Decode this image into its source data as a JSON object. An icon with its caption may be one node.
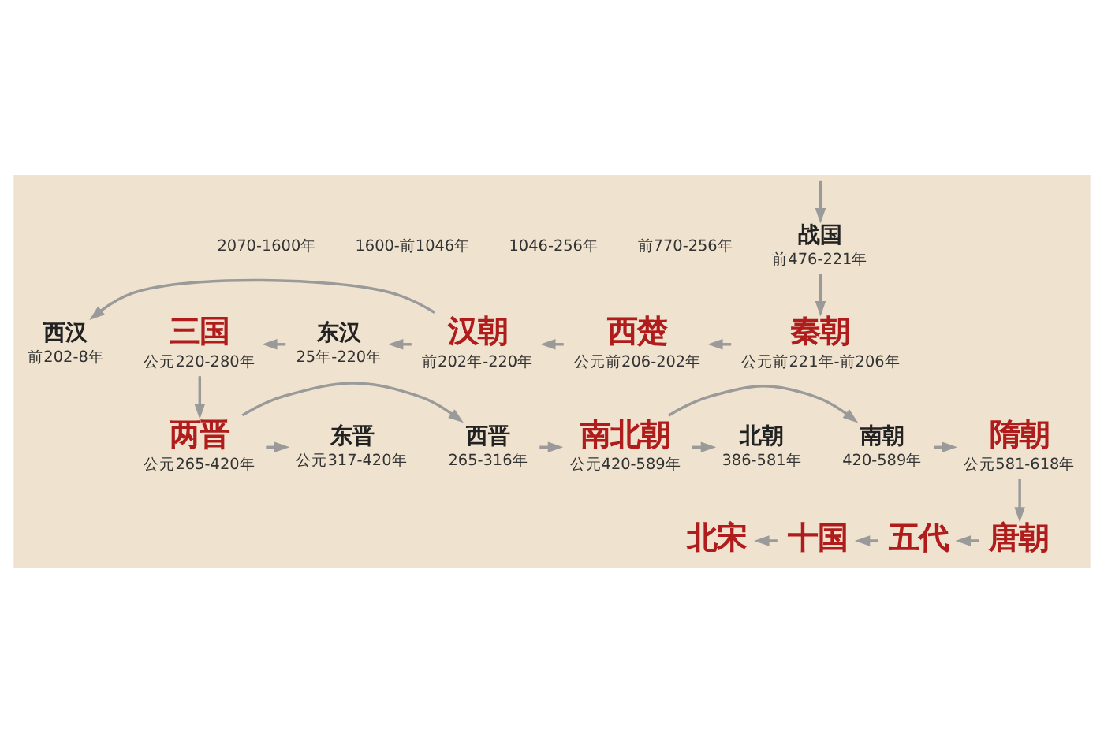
{
  "diagram": {
    "nodes": [
      {
        "text": [
          "战国"
        ],
        "beside": [
          "前476-221年"
        ]
      },
      {
        "text": [
          "秦朝"
        ],
        "beside": [
          "公元前221年-前206年"
        ]
      },
      {
        "text": [
          "西楚"
        ],
        "beside": [
          "公元前206-202年"
        ]
      },
      {
        "text": [
          "汉朝"
        ],
        "beside": [
          "前202年-220年"
        ]
      },
      {
        "text": [
          "西汉"
        ],
        "beside": [
          "前202-8年"
        ]
      },
      {
        "text": [
          "东汉"
        ],
        "beside": [
          "25年-220年"
        ]
      },
      {
        "text": [
          "三国"
        ],
        "beside": [
          "公元220-280年"
        ]
      },
      {
        "text": [
          "两晋"
        ],
        "beside": [
          "公元265-420年"
        ]
      },
      {
        "text": [
          "西晋"
        ],
        "beside": [
          "265-316年"
        ]
      },
      {
        "text": [
          "东晋"
        ],
        "beside": [
          "公元317-420年"
        ]
      },
      {
        "text": [
          "南北朝"
        ],
        "beside": [
          "公元420-589年"
        ]
      },
      {
        "text": [
          "南朝"
        ],
        "beside": [
          "420-589年"
        ]
      },
      {
        "text": [
          "北朝"
        ],
        "beside": [
          "386-581年"
        ]
      },
      {
        "text": [
          "隋朝"
        ],
        "beside": [
          "公元581-618年"
        ]
      },
      {
        "text": [
          "唐朝"
        ]
      },
      {
        "text": [
          "五代"
        ]
      },
      {
        "text": [
          "十国"
        ]
      },
      {
        "text": [
          "北宋"
        ]
      }
    ],
    "edges": [
      {
        "from": null,
        "to": 0,
        "arrow": "to"
      },
      {
        "from": 0,
        "to": 1,
        "arrow": "to"
      },
      {
        "from": 1,
        "to": 2,
        "arrow": "to"
      },
      {
        "from": 2,
        "to": 3,
        "arrow": "to"
      },
      {
        "from": 3,
        "to": 4,
        "arrow": "to"
      },
      {
        "from": 3,
        "to": 5,
        "arrow": "to"
      },
      {
        "from": 5,
        "to": 6,
        "arrow": "to"
      },
      {
        "from": 6,
        "to": 7,
        "arrow": "to"
      },
      {
        "from": 7,
        "to": 8,
        "arrow": "to"
      },
      {
        "from": 7,
        "to": 9,
        "arrow": "to"
      },
      {
        "from": 8,
        "to": 10,
        "arrow": "to"
      },
      {
        "from": 10,
        "to": 11,
        "arrow": "to"
      },
      {
        "from": 10,
        "to": 12,
        "arrow": "to"
      },
      {
        "from": 11,
        "to": 13,
        "arrow": "to"
      },
      {
        "from": 13,
        "to": 14,
        "arrow": "to"
      },
      {
        "from": 14,
        "to": 15,
        "arrow": "to"
      },
      {
        "from": 15,
        "to": 16,
        "arrow": "to"
      },
      {
        "from": 16,
        "to": 17,
        "arrow": "to"
      }
    ],
    "labels": [
      "2070-1600年",
      "1600-前1046年",
      "1046-256年",
      "前770-256年"
    ]
  }
}
